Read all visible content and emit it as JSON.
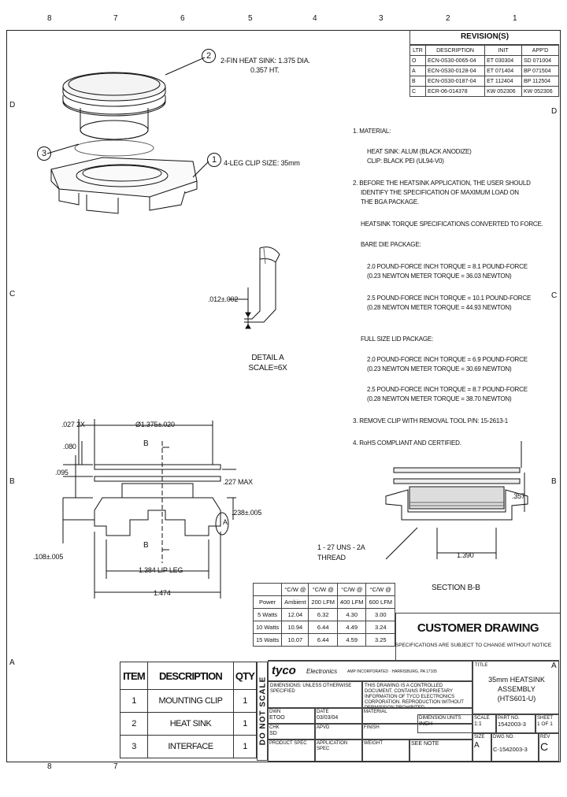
{
  "zones": {
    "top": [
      "8",
      "7",
      "6",
      "5",
      "4",
      "3",
      "2",
      "1"
    ],
    "bottom": [
      "8",
      "7"
    ],
    "left": [
      "D",
      "C",
      "B",
      "A"
    ],
    "right": [
      "D",
      "C",
      "B",
      "A"
    ]
  },
  "revisions": {
    "title": "REVISION(S)",
    "headers": [
      "LTR",
      "DESCRIPTION",
      "INIT",
      "APP'D"
    ],
    "rows": [
      [
        "O",
        "ECN-0S30-0065-04",
        "ET 030304",
        "SD 071004"
      ],
      [
        "A",
        "ECN-0S30-0128-04",
        "ET 071404",
        "BP 071504"
      ],
      [
        "B",
        "ECN-0S30-0187-04",
        "ET 112404",
        "BP 112504"
      ],
      [
        "C",
        "ECR-06-014378",
        "KW 052306",
        "KW 052306"
      ]
    ]
  },
  "callouts": {
    "c2": "2",
    "c2_text1": "2-FIN HEAT SINK: 1.375 DIA.",
    "c2_text2": "0.357 HT.",
    "c3": "3",
    "c1": "1",
    "c1_text": "4-LEG CLIP SIZE: 35mm"
  },
  "notes": {
    "n1": "1. MATERIAL:",
    "n1a": "HEAT SINK: ALUM (BLACK ANODIZE)",
    "n1b": "CLIP: BLACK PEI (UL94-V0)",
    "n2a": "2. BEFORE THE HEATSINK APPLICATION, THE USER SHOULD",
    "n2b": "IDENTIFY THE SPECIFICATION OF MAXIMUM LOAD ON",
    "n2c": "THE BGA PACKAGE.",
    "torque": "HEATSINK TORQUE SPECIFICATIONS CONVERTED TO FORCE.",
    "bare": "BARE DIE PACKAGE:",
    "b1a": "2.0 POUND-FORCE INCH TORQUE = 8.1 POUND-FORCE",
    "b1b": "(0.23 NEWTON METER TORQUE = 36.03 NEWTON)",
    "b2a": "2.5 POUND-FORCE INCH TORQUE = 10.1 POUND-FORCE",
    "b2b": "(0.28 NEWTON METER TORQUE = 44.93 NEWTON)",
    "lid": "FULL SIZE LID PACKAGE:",
    "l1a": "2.0 POUND-FORCE INCH TORQUE = 6.9 POUND-FORCE",
    "l1b": "(0.23 NEWTON METER TORQUE = 30.69 NEWTON)",
    "l2a": "2.5 POUND-FORCE INCH TORQUE = 8.7 POUND-FORCE",
    "l2b": "(0.28 NEWTON METER TORQUE = 38.70 NEWTON)",
    "n3": "3. REMOVE CLIP WITH REMOVAL TOOL P/N: 15-2613-1",
    "n4": "4. RoHS COMPLIANT AND CERTIFIED."
  },
  "detail": {
    "dim": ".012±.002",
    "label1": "DETAIL A",
    "label2": "SCALE=6X"
  },
  "dims": {
    "d027": ".027 2X",
    "ddia": "Ø1.375±.020",
    "d080": ".080",
    "d095": ".095",
    "d227": ".227 MAX",
    "d238": ".238±.005",
    "d108": ".108±.005",
    "d1384": "1.384 LIP LEG",
    "d1474": "1.474",
    "b_top": "B",
    "b_bot": "B",
    "a_mark": "A",
    "d357": ".357",
    "d1390": "1.390",
    "thread1": "1 - 27 UNS - 2A",
    "thread2": "THREAD",
    "section": "SECTION B-B"
  },
  "perf": {
    "headers": [
      [
        "",
        "°C/W @",
        "°C/W @",
        "°C/W @",
        "°C/W @"
      ],
      [
        "Power",
        "Ambient",
        "200 LFM",
        "400 LFM",
        "600 LFM"
      ]
    ],
    "rows": [
      [
        "5 Watts",
        "12.04",
        "6.32",
        "4.30",
        "3.00"
      ],
      [
        "10 Watts",
        "10.94",
        "6.44",
        "4.49",
        "3.24"
      ],
      [
        "15 Watts",
        "10.07",
        "6.44",
        "4.59",
        "3.25"
      ]
    ]
  },
  "customer": {
    "title": "CUSTOMER DRAWING",
    "note": "SPECIFICATIONS ARE SUBJECT TO CHANGE WITHOUT NOTICE"
  },
  "bom": {
    "headers": [
      "ITEM",
      "DESCRIPTION",
      "QTY"
    ],
    "rows": [
      [
        "1",
        "MOUNTING CLIP",
        "1"
      ],
      [
        "2",
        "HEAT SINK",
        "1"
      ],
      [
        "3",
        "INTERFACE",
        "1"
      ]
    ],
    "do_not_scale": "DO NOT SCALE"
  },
  "titleblock": {
    "logo": "tyco",
    "logo_sub": "Electronics",
    "logo_line": "AMP INCORPORATED · HARRISBURG, PA 17105",
    "confidential": "THIS DRAWING IS A CONTROLLED DOCUMENT. CONTAINS PROPRIETARY INFORMATION OF TYCO ELECTRONICS CORPORATION. REPRODUCTION WITHOUT PERMISSION PROHIBITED.",
    "dims_label": "DIMENSIONS: UNLESS OTHERWISE SPECIFIED",
    "dwn": "DWN",
    "date": "DATE",
    "etoo": "ETOO",
    "date_v": "03/03/04",
    "material": "MATERIAL",
    "chk": "CHK",
    "sd": "SD",
    "appd": "APVD",
    "finish": "FINISH",
    "product": "PRODUCT SPEC",
    "app_spec": "APPLICATION SPEC",
    "weight": "WEIGHT",
    "see_note": "SEE NOTE",
    "tb_title_label": "TITLE",
    "title1": "35mm HEATSINK",
    "title2": "ASSEMBLY",
    "title3": "(HTS601-U)",
    "dim_units": "DIMENSION UNITS",
    "inches": "INCH",
    "scale_lbl": "SCALE",
    "scale_v": "1:1",
    "part_lbl": "PART NO.",
    "part_no": "1542003-3",
    "sheet_lbl": "SHEET",
    "sheet_v": "1 OF 1",
    "size_lbl": "SIZE",
    "size_v": "A",
    "dwg_lbl": "DWG NO.",
    "dwg_no": "C-1542003-3",
    "rev_lbl": "REV",
    "rev_v": "C"
  }
}
